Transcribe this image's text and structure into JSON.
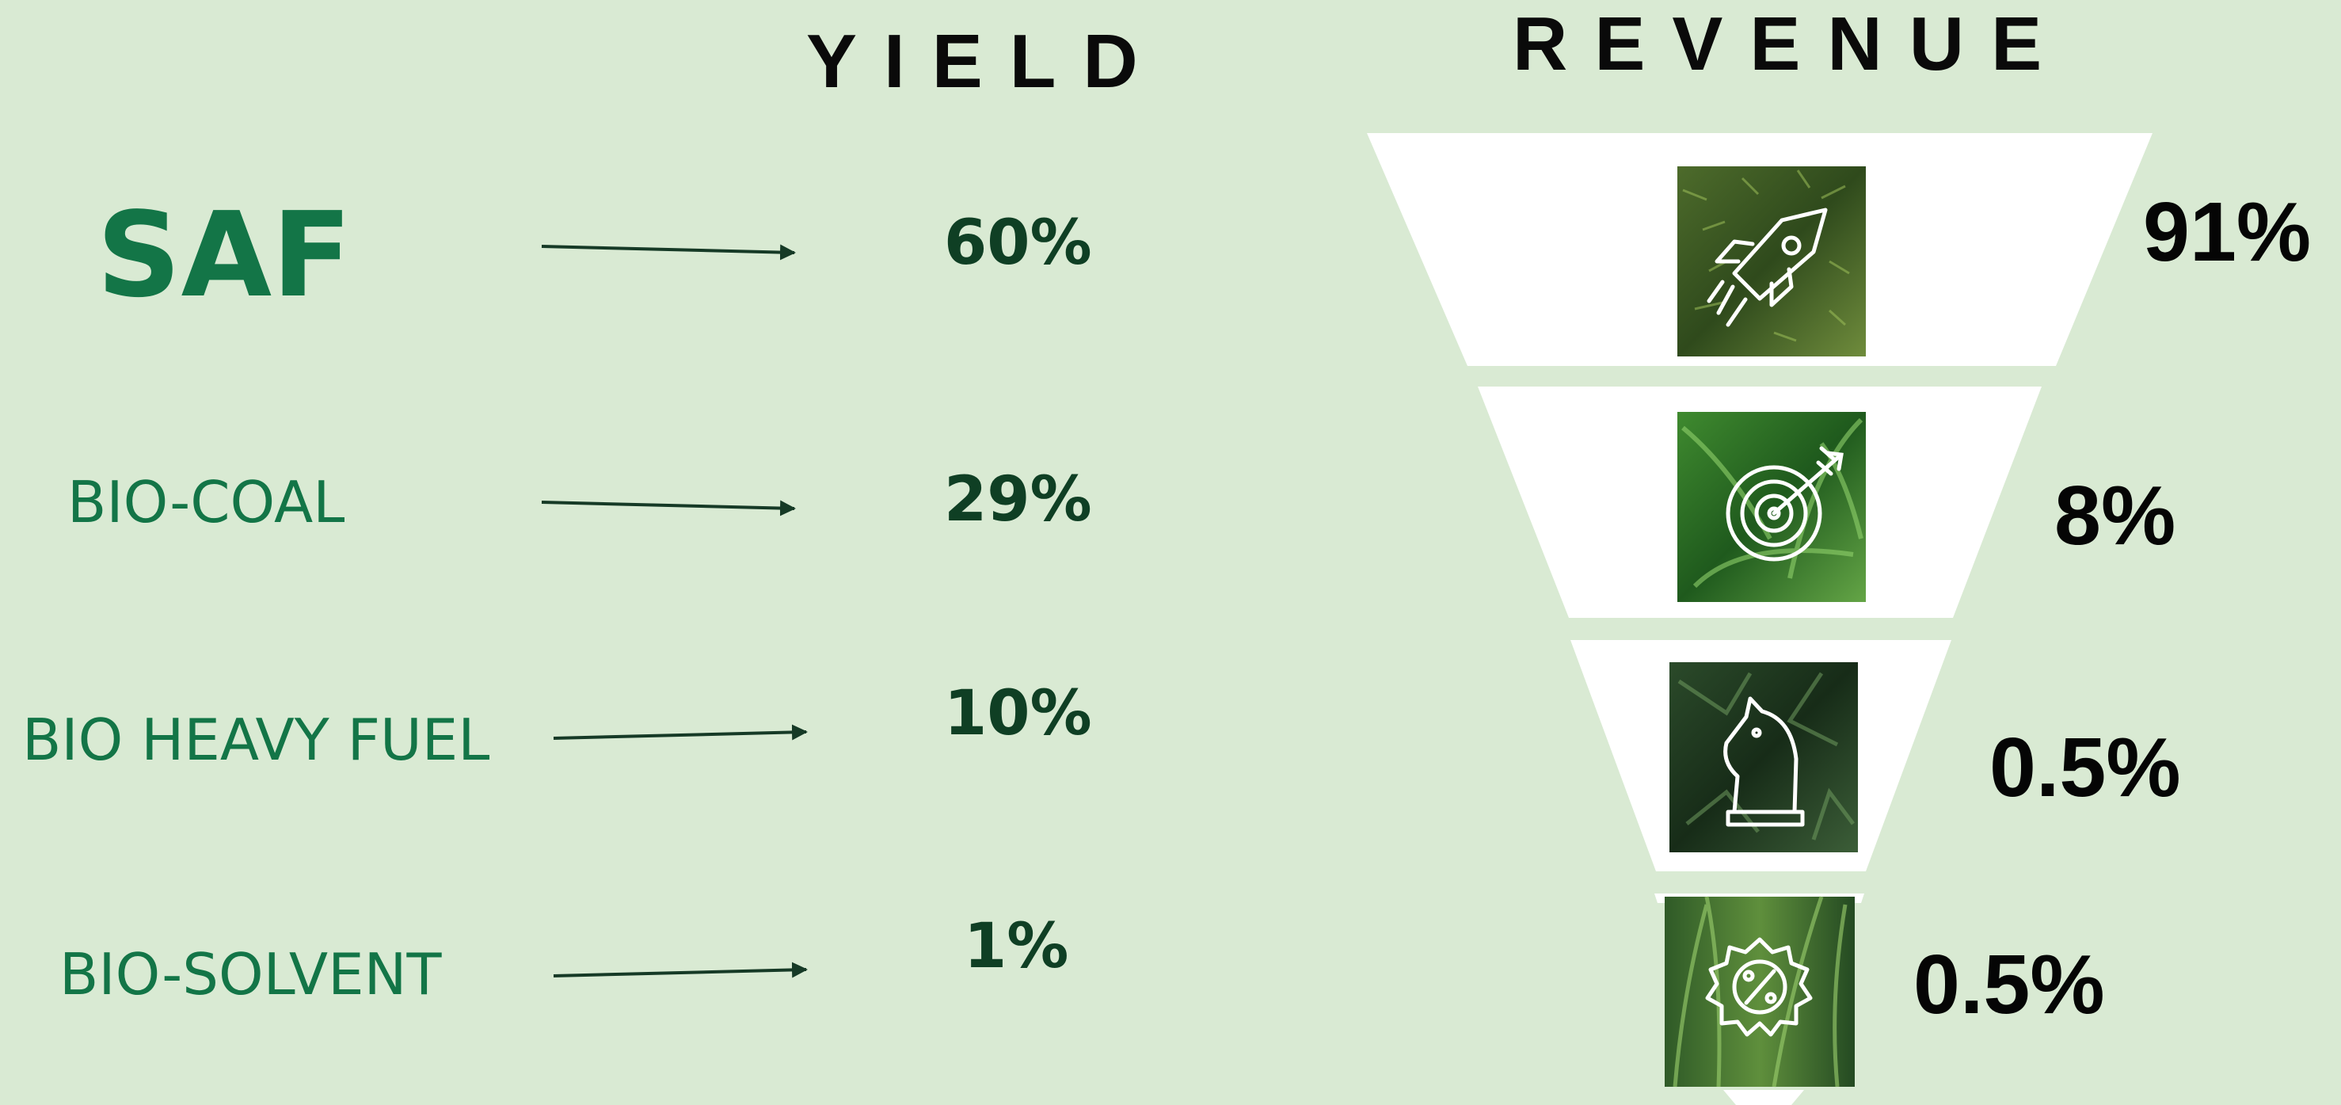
{
  "headers": {
    "yield": "YIELD",
    "revenue": "REVENUE"
  },
  "rows": [
    {
      "product": "SAF",
      "yield": "60%",
      "revenue": "91%",
      "icon": "rocket-icon"
    },
    {
      "product": "BIO-COAL",
      "yield": "29%",
      "revenue": "8%",
      "icon": "target-icon"
    },
    {
      "product": "BIO HEAVY FUEL",
      "yield": "10%",
      "revenue": "0.5%",
      "icon": "chess-knight-icon"
    },
    {
      "product": "BIO-SOLVENT",
      "yield": "1%",
      "revenue": "0.5%",
      "icon": "percent-badge-icon"
    }
  ],
  "colors": {
    "background": "#d9ead3",
    "product_text": "#137547",
    "yield_text": "#0f3f24",
    "funnel": "#ffffff",
    "icon_stroke": "#ffffff"
  }
}
